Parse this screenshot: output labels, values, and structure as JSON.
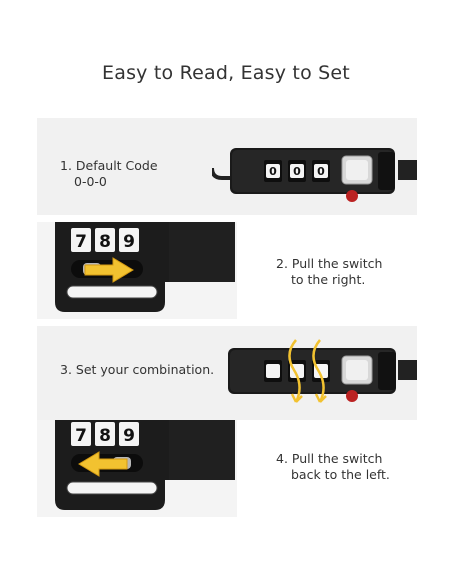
{
  "title": "Easy to Read, Easy to Set",
  "steps": [
    {
      "line1": "1. Default Code",
      "line2": "0-0-0"
    },
    {
      "line1": "2. Pull the switch",
      "line2": "to the right."
    },
    {
      "line1": "3. Set your combination.",
      "line2": ""
    },
    {
      "line1": "4. Pull the switch",
      "line2": "back to the left."
    }
  ],
  "lock_digits_default": [
    "0",
    "0",
    "0"
  ],
  "closeup_digits": [
    "7",
    "8",
    "9"
  ],
  "colors": {
    "band": "#f1f1f1",
    "lock_body": "#1a1a1a",
    "arrow": "#f2c230",
    "text": "#333333"
  }
}
